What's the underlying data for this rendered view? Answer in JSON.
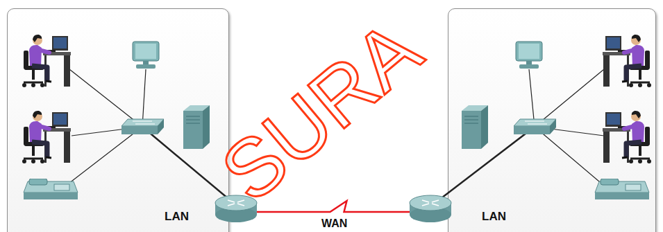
{
  "diagram": {
    "nodes": [
      {
        "text": [
          "LAN"
        ]
      },
      {
        "text": [
          "LAN"
        ]
      }
    ],
    "edges": [
      {
        "from": 0,
        "to": 1,
        "arrow": "none",
        "label": "WAN"
      }
    ],
    "labels": [
      "SURA"
    ]
  }
}
